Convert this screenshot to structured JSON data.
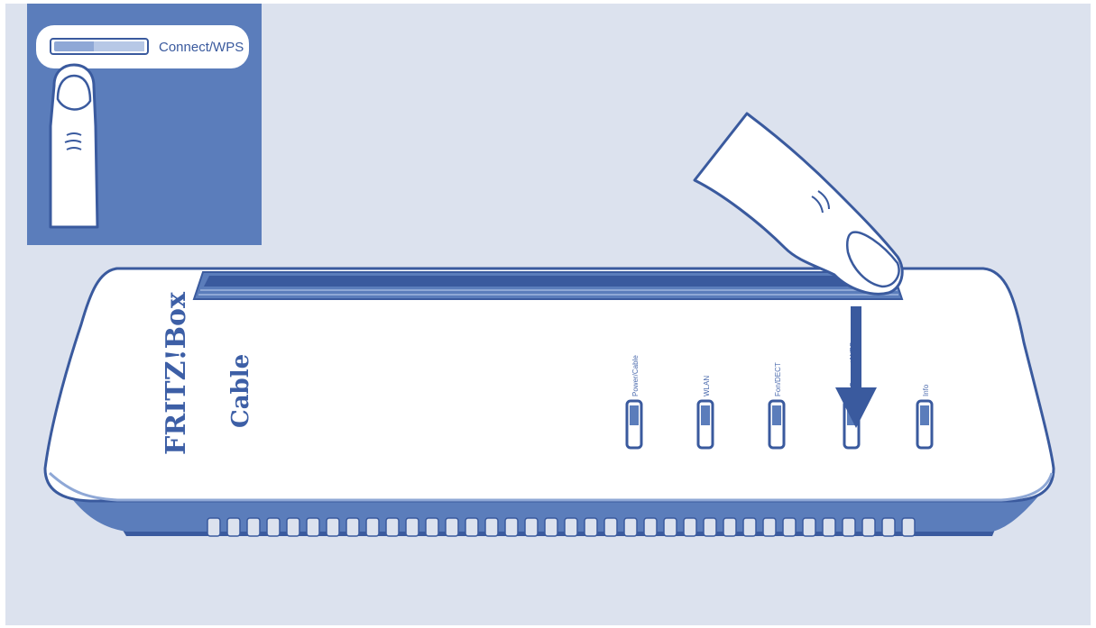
{
  "inset": {
    "button_label": "Connect/WPS"
  },
  "device": {
    "brand_line1": "FRITZ!Box",
    "brand_line2": "Cable",
    "leds": [
      {
        "label": "Power/Cable"
      },
      {
        "label": "WLAN"
      },
      {
        "label": "Fon/DECT"
      },
      {
        "label": "Connect/WPS"
      },
      {
        "label": "Info"
      }
    ]
  },
  "colors": {
    "background": "#dce2ee",
    "inset_panel": "#5b7dbb",
    "outline": "#3a5a9e",
    "device_body": "#ffffff"
  }
}
